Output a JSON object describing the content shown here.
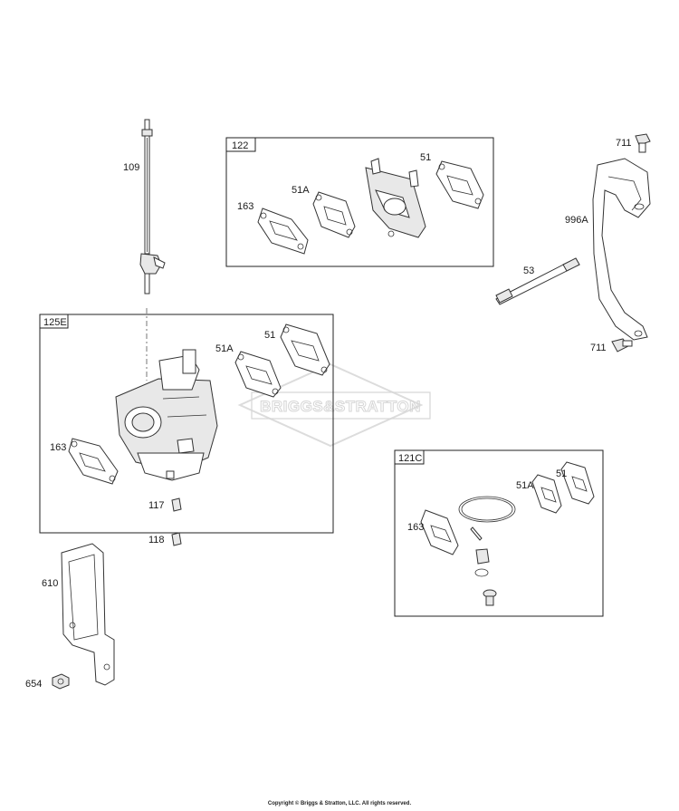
{
  "watermark": {
    "text": "BRIGGS&STRATTON"
  },
  "groups": {
    "g122": {
      "label": "122"
    },
    "g125e": {
      "label": "125E"
    },
    "g121c": {
      "label": "121C"
    }
  },
  "parts": {
    "p109": "109",
    "p122_163": "163",
    "p122_51a": "51A",
    "p122_51": "51",
    "p711_top": "711",
    "p996a": "996A",
    "p53": "53",
    "p711_bottom": "711",
    "p125e_51a": "51A",
    "p125e_51": "51",
    "p125e_163": "163",
    "p117": "117",
    "p118": "118",
    "p121c_51a": "51A",
    "p121c_51": "51",
    "p121c_163": "163",
    "p610": "610",
    "p654": "654"
  },
  "footer": {
    "copyright": "Copyright © Briggs & Stratton, LLC. All rights reserved."
  }
}
